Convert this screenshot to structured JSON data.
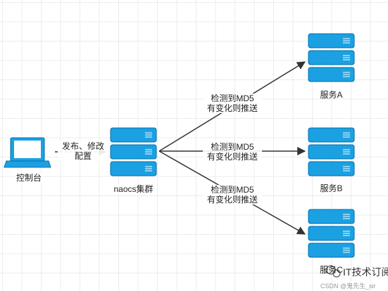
{
  "labels": {
    "console": "控制台",
    "publish_line1": "发布、修改",
    "publish_line2": "配置",
    "cluster": "naocs集群",
    "service_a": "服务A",
    "service_b": "服务B",
    "service_c": "服务C",
    "edge_line1": "检测到MD5",
    "edge_line2": "有变化则推送"
  },
  "watermark": {
    "title": "IT技术订阅",
    "source": "CSDN @鬼先生_sir"
  },
  "colors": {
    "server_fill": "#1ba1e2",
    "server_stroke": "#006eaf",
    "arrow": "#333333",
    "laptop": "#1ba1e2"
  }
}
